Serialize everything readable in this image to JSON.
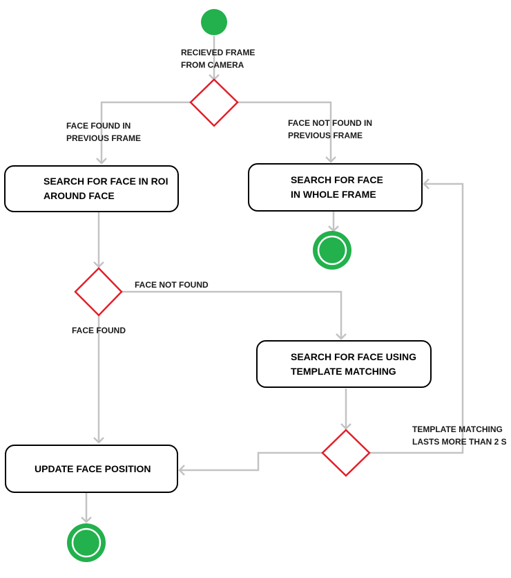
{
  "nodes": {
    "search_roi": "SEARCH FOR FACE IN ROI\nAROUND FACE",
    "search_whole": "SEARCH FOR FACE\nIN WHOLE FRAME",
    "search_template": "SEARCH FOR FACE USING\nTEMPLATE MATCHING",
    "update_position": "UPDATE FACE POSITION"
  },
  "edge_labels": {
    "received_frame_1": "RECIEVED FRAME",
    "received_frame_2": "FROM CAMERA",
    "face_found_prev_1": "FACE FOUND IN",
    "face_found_prev_2": "PREVIOUS FRAME",
    "face_not_found_prev_1": "FACE NOT FOUND IN",
    "face_not_found_prev_2": "PREVIOUS FRAME",
    "face_not_found": "FACE NOT FOUND",
    "face_found": "FACE FOUND",
    "template_lasts_1": "TEMPLATE MATCHING",
    "template_lasts_2": "LASTS MORE THAN 2 S"
  },
  "colors": {
    "start_node": "#22b14c",
    "decision_stroke": "#e0202a",
    "connector": "#c3c3c3",
    "box_border": "#000000"
  }
}
